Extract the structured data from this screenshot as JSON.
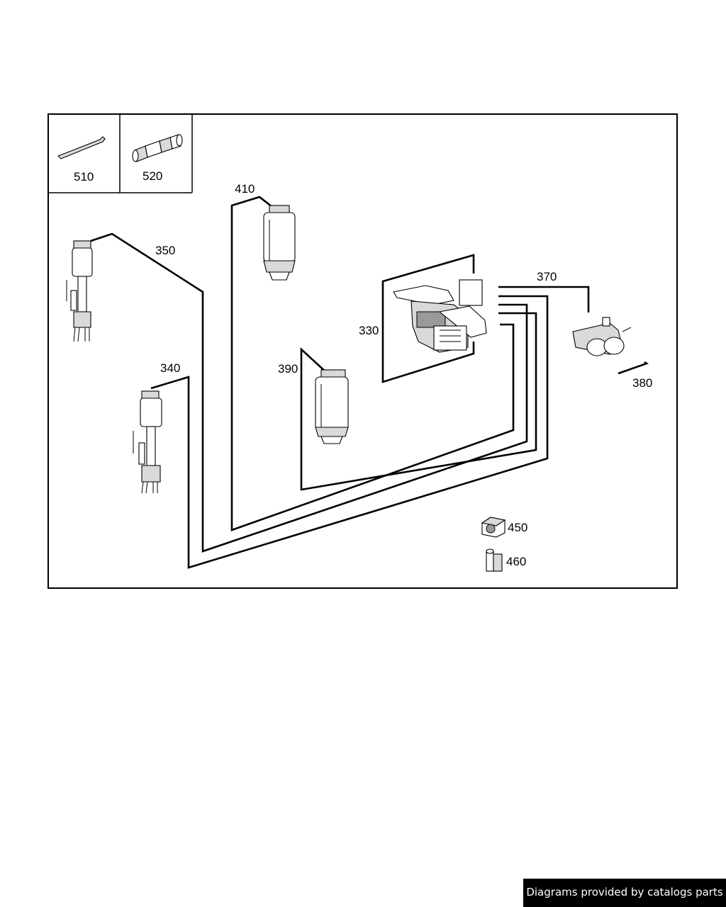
{
  "labels": {
    "p510": "510",
    "p520": "520",
    "p410": "410",
    "p350": "350",
    "p370": "370",
    "p330": "330",
    "p340": "340",
    "p390": "390",
    "p380": "380",
    "p450": "450",
    "p460": "460"
  },
  "credit": "Diagrams provided by catalogs parts",
  "colors": {
    "line": "#000000",
    "background": "#ffffff",
    "credit_bg": "#000000",
    "credit_text": "#ffffff"
  }
}
